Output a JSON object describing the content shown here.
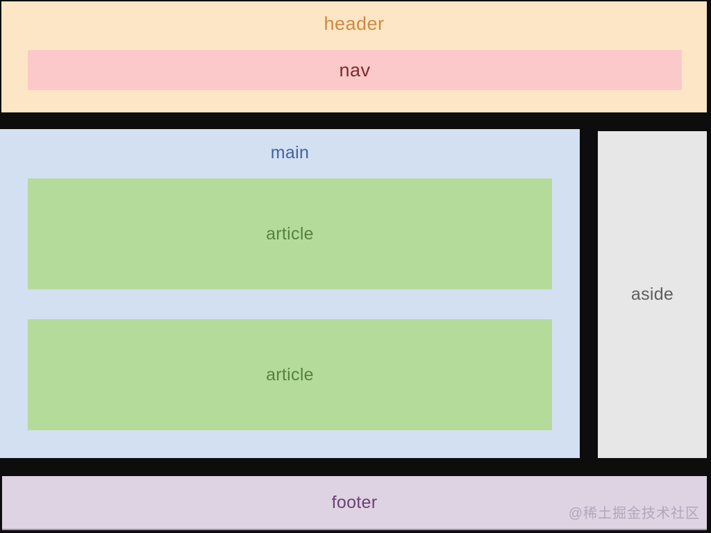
{
  "sections": {
    "header": {
      "label": "header"
    },
    "nav": {
      "label": "nav"
    },
    "main": {
      "label": "main"
    },
    "articles": [
      {
        "label": "article"
      },
      {
        "label": "article"
      }
    ],
    "aside": {
      "label": "aside"
    },
    "footer": {
      "label": "footer"
    }
  },
  "watermark": {
    "text": "@稀土掘金技术社区"
  },
  "colors": {
    "page_bg": "#0d0d0d",
    "header_bg": "#fce6c5",
    "header_text": "#cd8a41",
    "nav_bg": "#fbc9ca",
    "nav_text": "#7d2b31",
    "main_bg": "#d2e0f2",
    "main_text": "#44639e",
    "article_bg": "#b5db9b",
    "article_text": "#55823e",
    "aside_bg": "#e7e7e7",
    "aside_text": "#5e5e5e",
    "footer_bg": "#ded3e3",
    "footer_text": "#6b4173",
    "watermark_text": "#a398ae"
  }
}
